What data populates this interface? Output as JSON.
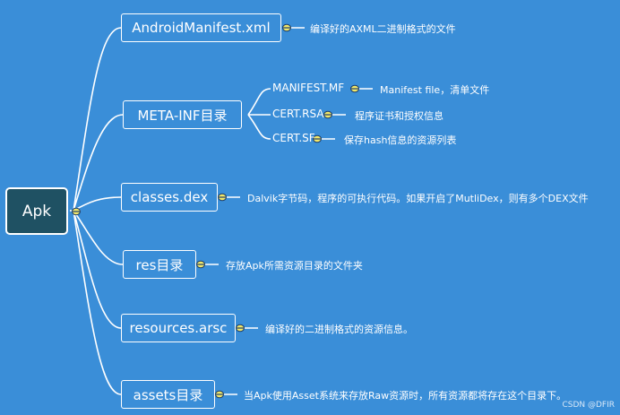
{
  "root": {
    "label": "Apk"
  },
  "nodes": [
    {
      "label": "AndroidManifest.xml",
      "note": "编译好的AXML二进制格式的文件"
    },
    {
      "label": "META-INF目录",
      "children": [
        {
          "label": "MANIFEST.MF",
          "note": "Manifest file，清单文件"
        },
        {
          "label": "CERT.RSA",
          "note": "程序证书和授权信息"
        },
        {
          "label": "CERT.SF",
          "note": "保存hash信息的资源列表"
        }
      ]
    },
    {
      "label": "classes.dex",
      "note": "Dalvik字节码，程序的可执行代码。如果开启了MutliDex，则有多个DEX文件"
    },
    {
      "label": "res目录",
      "note": "存放Apk所需资源目录的文件夹"
    },
    {
      "label": "resources.arsc",
      "note": "编译好的二进制格式的资源信息。"
    },
    {
      "label": "assets目录",
      "note": "当Apk使用Asset系统来存放Raw资源时，所有资源都将存在这个目录下。"
    }
  ],
  "watermark": "CSDN @DFIR",
  "colors": {
    "background": "#3a8ed8",
    "root_fill": "#1f5163",
    "line": "#ffffff",
    "note_marker": "#f2e86a"
  }
}
